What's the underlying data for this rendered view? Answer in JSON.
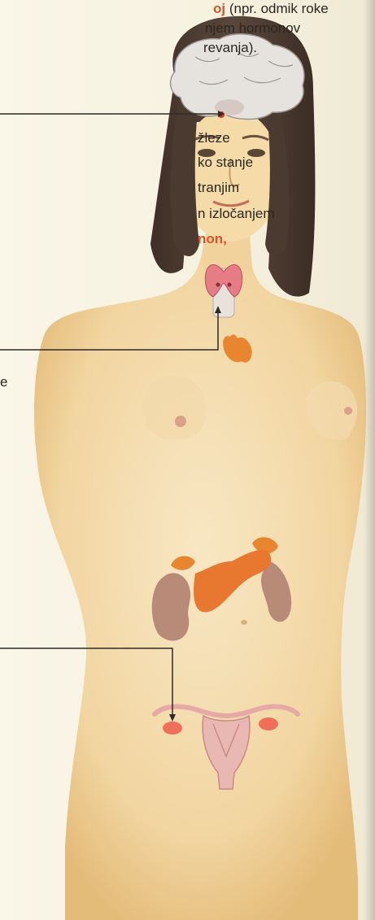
{
  "text": {
    "p1_l1_highlight": "oj",
    "p1_l1_rest": " (npr. odmik roke",
    "p1_l2": "njem hormonov",
    "p1_l3": "revanja).",
    "p2_l1": "žleze",
    "p2_l2": "ko stanje",
    "p2_l3": "tranjim",
    "p2_l4": "n izločanjem",
    "p2_l5": "non,",
    "p3_l1": "e"
  },
  "colors": {
    "accent": "#d0582c",
    "skin": "#f0d29a",
    "hair": "#4a3a30",
    "gland_orange": "#e8772f",
    "kidney": "#b98a7a",
    "uterus": "#e9b7b3"
  }
}
